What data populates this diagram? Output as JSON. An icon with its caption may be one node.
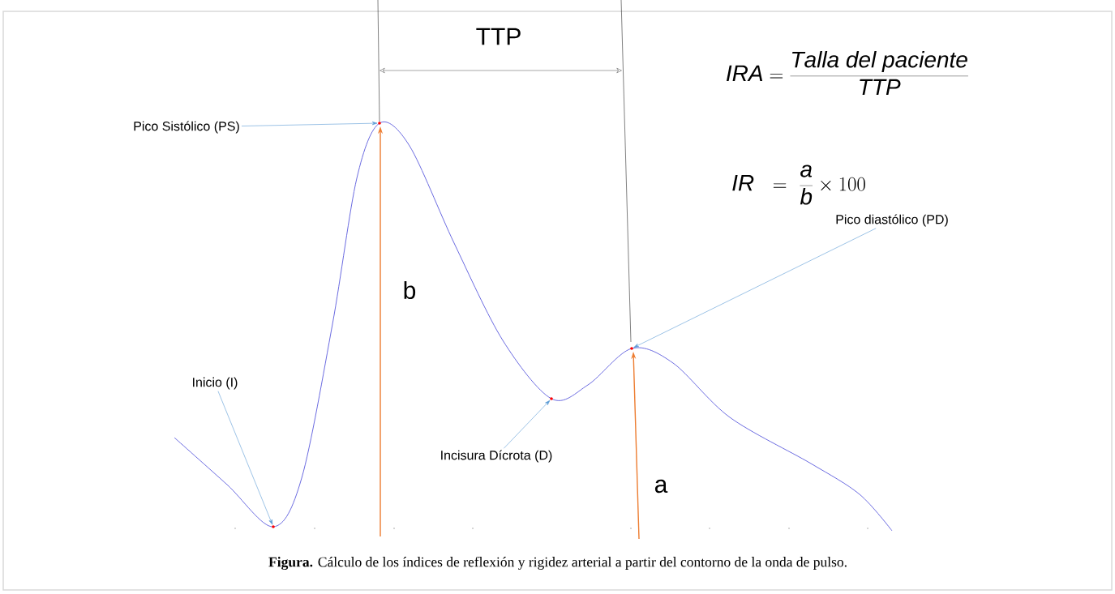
{
  "diagram": {
    "caption": "**Figura.** Cálculo de los índices de reflexión y rigidez arterial a partir del contorno de la onda de pulso.",
    "nodes": [
      {
        "text": [
          "Pico Sistólico (PS)"
        ]
      },
      {
        "text": [],
        "shape": "circle"
      },
      {
        "text": [
          "Pico diastólico (PD)"
        ]
      },
      {
        "text": [],
        "shape": "circle"
      },
      {
        "text": [
          "Inicio (I)"
        ]
      },
      {
        "text": [],
        "shape": "circle"
      },
      {
        "text": [
          "Incisura  Dícrota (D)"
        ]
      },
      {
        "text": [],
        "shape": "circle"
      }
    ],
    "edges": [
      {
        "from": 0,
        "to": 1,
        "arrow": "to"
      },
      {
        "from": 2,
        "to": 3,
        "arrow": "to"
      },
      {
        "from": 4,
        "to": 5,
        "arrow": "to"
      },
      {
        "from": 6,
        "to": 7,
        "arrow": "to"
      }
    ],
    "labels": [
      "TTP",
      "b",
      "a",
      "\\mathit{IRA} = \\frac{\\mathit{Talla\\ del\\ paciente}}{\\mathit{TTP}}",
      "\\mathit{IR}\\ \\ = \\ \\frac{\\mathit{a}}{\\mathit{b}}\\times 100"
    ]
  }
}
